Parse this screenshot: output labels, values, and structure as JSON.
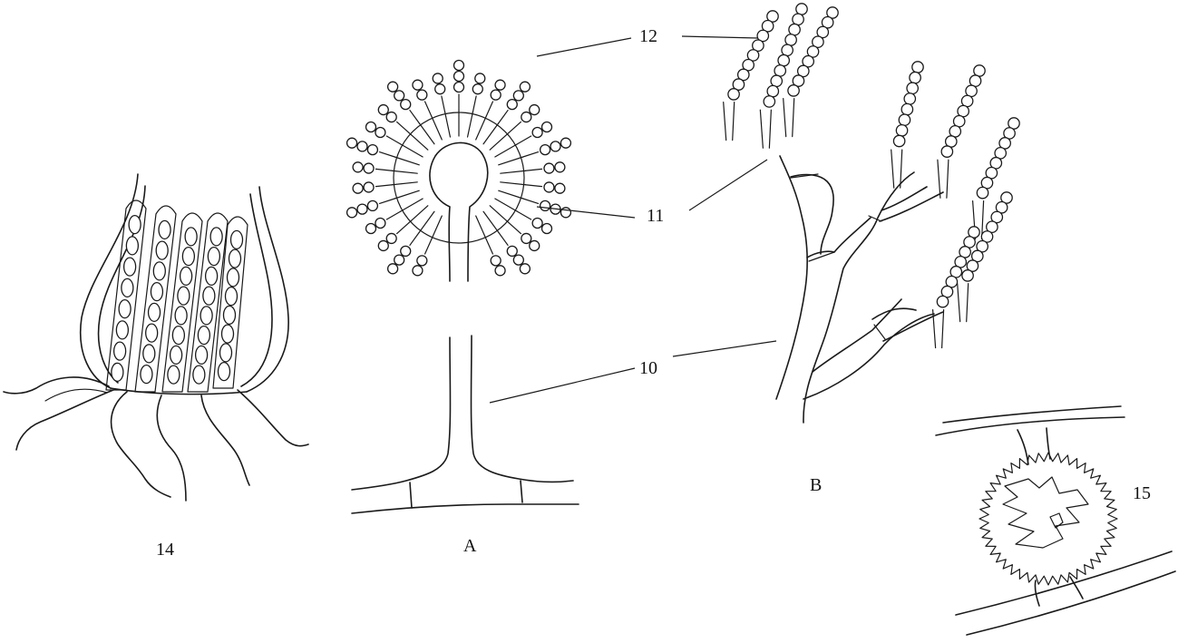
{
  "labels": {
    "callout_12": "12",
    "callout_11": "11",
    "callout_10": "10",
    "callout_14": "14",
    "callout_15": "15",
    "panel_a": "A",
    "panel_b": "B"
  }
}
